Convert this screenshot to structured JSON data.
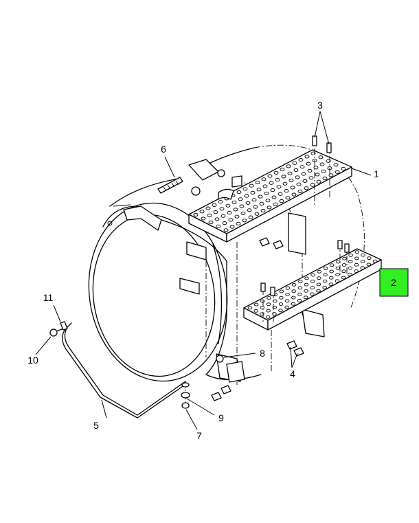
{
  "highlight_color": "#33ee22",
  "highlighted_callout": "2",
  "callouts": [
    {
      "id": "1",
      "label": "1"
    },
    {
      "id": "2",
      "label": "2"
    },
    {
      "id": "3",
      "label": "3"
    },
    {
      "id": "4",
      "label": "4"
    },
    {
      "id": "5",
      "label": "5"
    },
    {
      "id": "6",
      "label": "6"
    },
    {
      "id": "7",
      "label": "7"
    },
    {
      "id": "8",
      "label": "8"
    },
    {
      "id": "9",
      "label": "9"
    },
    {
      "id": "10",
      "label": "10"
    },
    {
      "id": "11",
      "label": "11"
    }
  ]
}
